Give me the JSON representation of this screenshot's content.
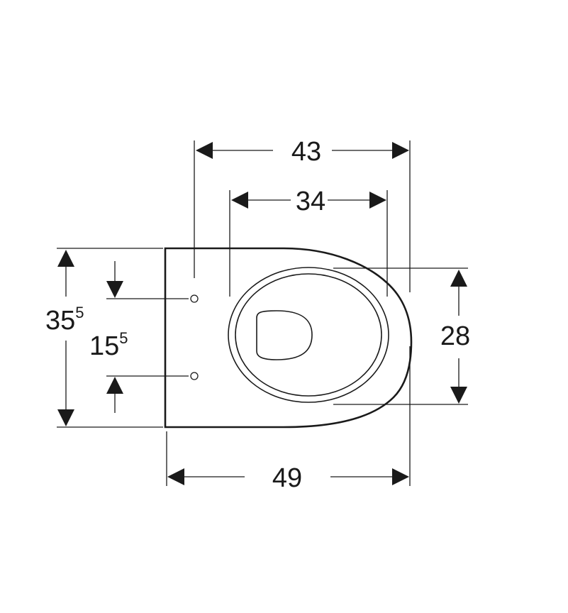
{
  "dimensions": {
    "overall_width": {
      "main": "43",
      "sup": ""
    },
    "bowl_width": {
      "main": "34",
      "sup": ""
    },
    "bowl_depth": {
      "main": "28",
      "sup": ""
    },
    "overall_length": {
      "main": "49",
      "sup": ""
    },
    "height_total": {
      "main": "35",
      "sup": "5"
    },
    "bolt_spacing": {
      "main": "15",
      "sup": "5"
    }
  }
}
